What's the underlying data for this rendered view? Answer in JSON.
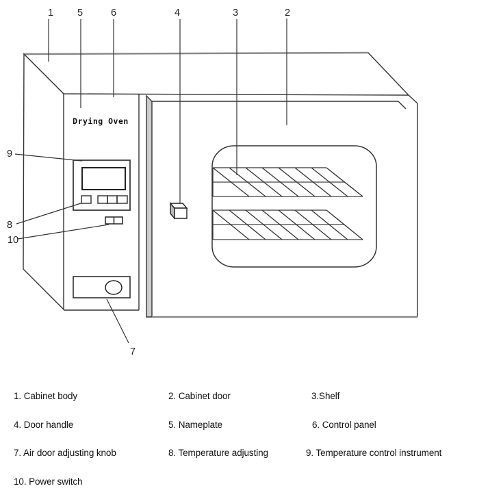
{
  "nameplate": {
    "text": "Drying Oven"
  },
  "callouts": {
    "n1": "1",
    "n2": "2",
    "n3": "3",
    "n4": "4",
    "n5": "5",
    "n6": "6",
    "n7": "7",
    "n8": "8",
    "n9": "9",
    "n10": "10"
  },
  "legend": {
    "items": [
      {
        "text": "1. Cabinet body"
      },
      {
        "text": "2. Cabinet door"
      },
      {
        "text": "3.Shelf"
      },
      {
        "text": "4. Door handle"
      },
      {
        "text": "5. Nameplate"
      },
      {
        "text": "6. Control panel"
      },
      {
        "text": "7. Air door adjusting knob"
      },
      {
        "text": "8. Temperature adjusting"
      },
      {
        "text": "9. Temperature control instrument"
      },
      {
        "text": "10. Power switch"
      }
    ]
  },
  "colors": {
    "line": "#333333",
    "edge_gray": "#8a8a8a",
    "shade_gray": "#cccccc",
    "background": "#ffffff"
  }
}
